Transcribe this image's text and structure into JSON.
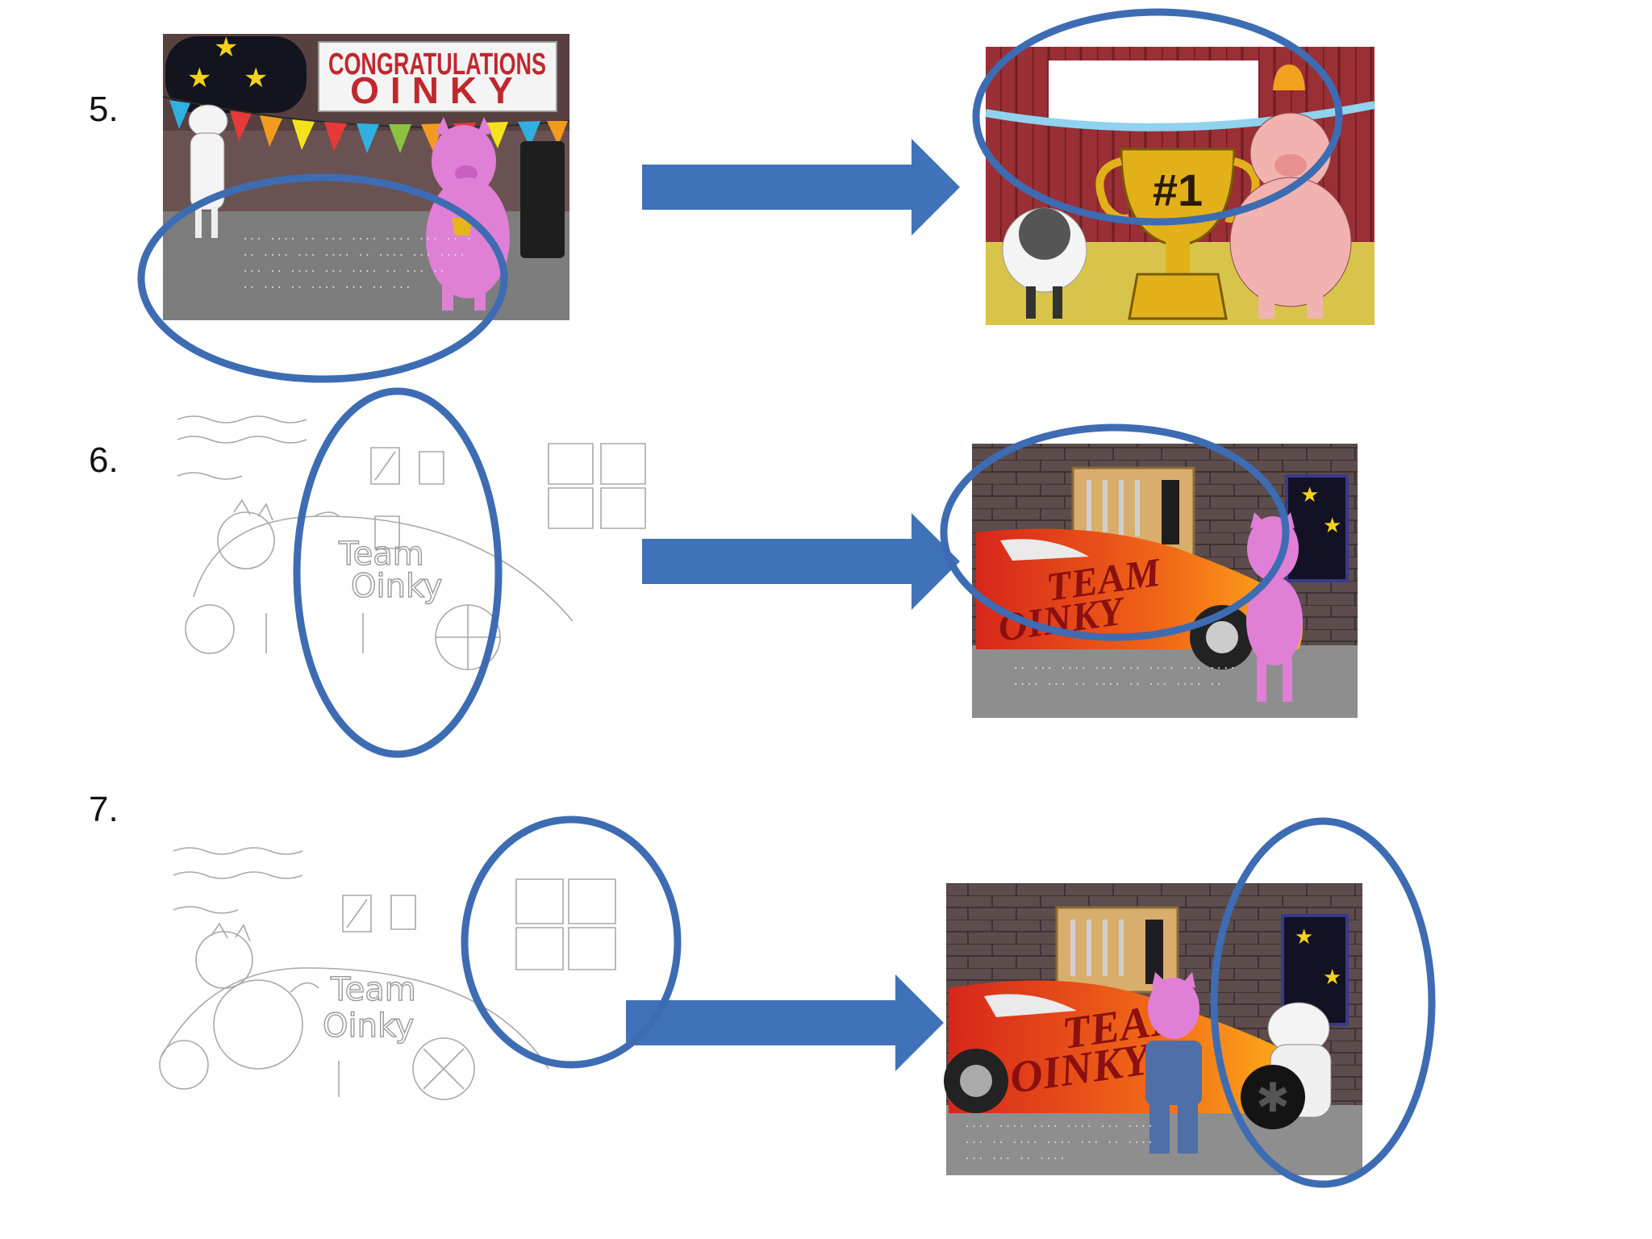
{
  "rows": [
    {
      "number": "5."
    },
    {
      "number": "6."
    },
    {
      "number": "7."
    }
  ],
  "row5": {
    "banner_line1": "CONGRATULATIONS",
    "banner_line2": "OINKY",
    "trophy_label": "#1"
  },
  "row6": {
    "sketch_text_1": "Team",
    "sketch_text_2": "Oinky",
    "car_text_1": "TEAM",
    "car_text_2": "OINKY"
  },
  "row7": {
    "sketch_text_1": "Team",
    "sketch_text_2": "Oinky",
    "car_text_1": "TEAM",
    "car_text_2": "OINKY"
  },
  "colors": {
    "ellipse": "#3d6cb3",
    "arrow": "#3f72b8",
    "pig": "#e07fd6",
    "car": "#f25a1a",
    "wall": "#5a4a4a"
  }
}
